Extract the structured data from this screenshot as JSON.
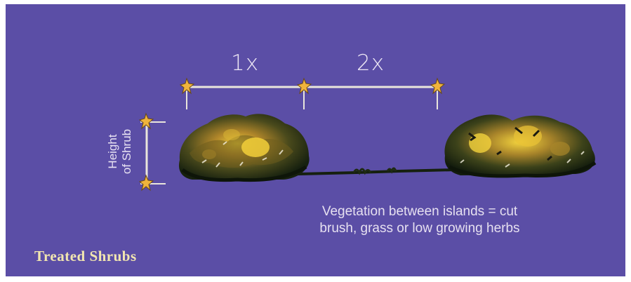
{
  "diagram": {
    "spacing_labels": [
      "1x",
      "2x"
    ],
    "height_label": [
      "Height",
      "of Shrub"
    ],
    "note_lines": [
      "Vegetation between islands = cut",
      "brush, grass or low growing herbs"
    ],
    "caption": "Treated Shrubs",
    "colors": {
      "background": "#5b4ea6",
      "shrub_dark": "#1d2a14",
      "shrub_mid": "#5a5a1e",
      "shrub_highlight": "#f2d03a",
      "marker": "#f0b43c",
      "measure_line": "#eae6dc",
      "text": "#ece6f4",
      "caption_text": "#f2e6b0"
    }
  }
}
